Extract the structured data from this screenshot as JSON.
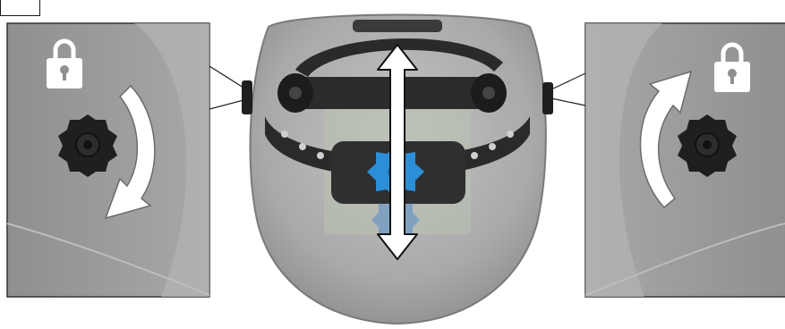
{
  "figure": {
    "step_label": "",
    "left_detail": {
      "lock_icon": "padlock-icon",
      "rotation": "clockwise"
    },
    "right_detail": {
      "lock_icon": "padlock-icon",
      "rotation": "counterclockwise"
    },
    "center": {
      "subject": "welding-helmet-headgear",
      "adjust_arrow": "vertical-double-arrow"
    },
    "colors": {
      "panel_gray": "#9b9b9b",
      "knob_black": "#1f1f1f",
      "accent_blue": "#2a8fd6",
      "arrow_white": "#ffffff"
    }
  }
}
